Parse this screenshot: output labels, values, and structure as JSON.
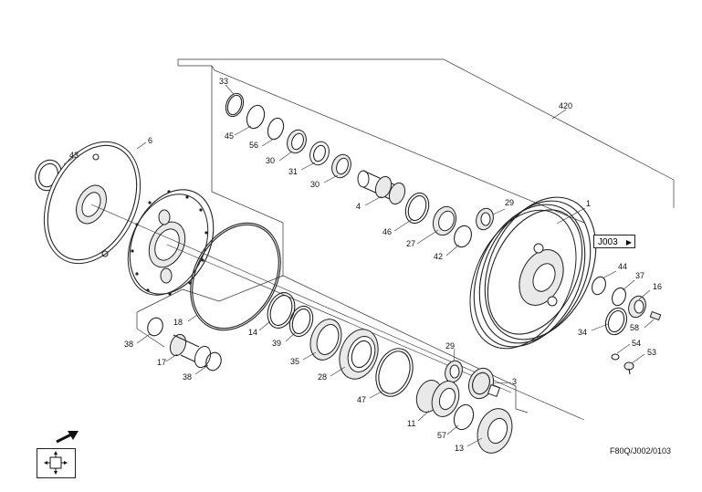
{
  "drawing_ref": "F80Q/J002/0103",
  "link_tag": "J003",
  "callouts": {
    "c420": "420",
    "c1": "1",
    "c3": "3",
    "c4": "4",
    "c6": "6",
    "c11": "11",
    "c13": "13",
    "c14": "14",
    "c16": "16",
    "c17": "17",
    "c18": "18",
    "c27": "27",
    "c28": "28",
    "c29a": "29",
    "c29b": "29",
    "c30a": "30",
    "c30b": "30",
    "c31": "31",
    "c33": "33",
    "c34": "34",
    "c35": "35",
    "c37": "37",
    "c38a": "38",
    "c38b": "38",
    "c39": "39",
    "c42": "42",
    "c43": "43",
    "c44": "44",
    "c45": "45",
    "c46": "46",
    "c47": "47",
    "c53": "53",
    "c54": "54",
    "c56": "56",
    "c57": "57",
    "c58": "58"
  },
  "icons": {
    "arrow": "view-direction-arrow-icon",
    "nav": "navigation-box-icon",
    "tag_arrow": "play-triangle-icon"
  }
}
